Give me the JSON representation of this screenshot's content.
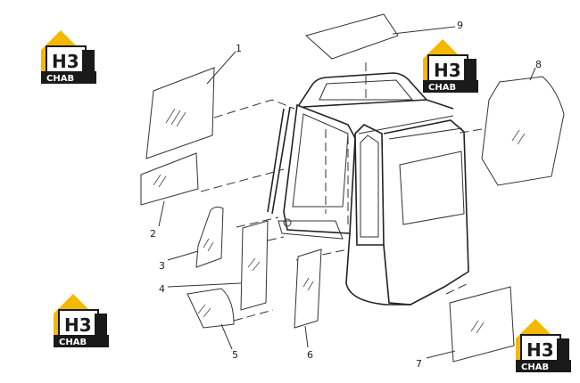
{
  "callouts": [
    "1",
    "2",
    "3",
    "4",
    "5",
    "6",
    "7",
    "8",
    "9"
  ],
  "watermark": {
    "glyph": "H3",
    "word": "CHAB",
    "color_yellow": "#f5b800",
    "color_dark": "#1a1a1a"
  }
}
